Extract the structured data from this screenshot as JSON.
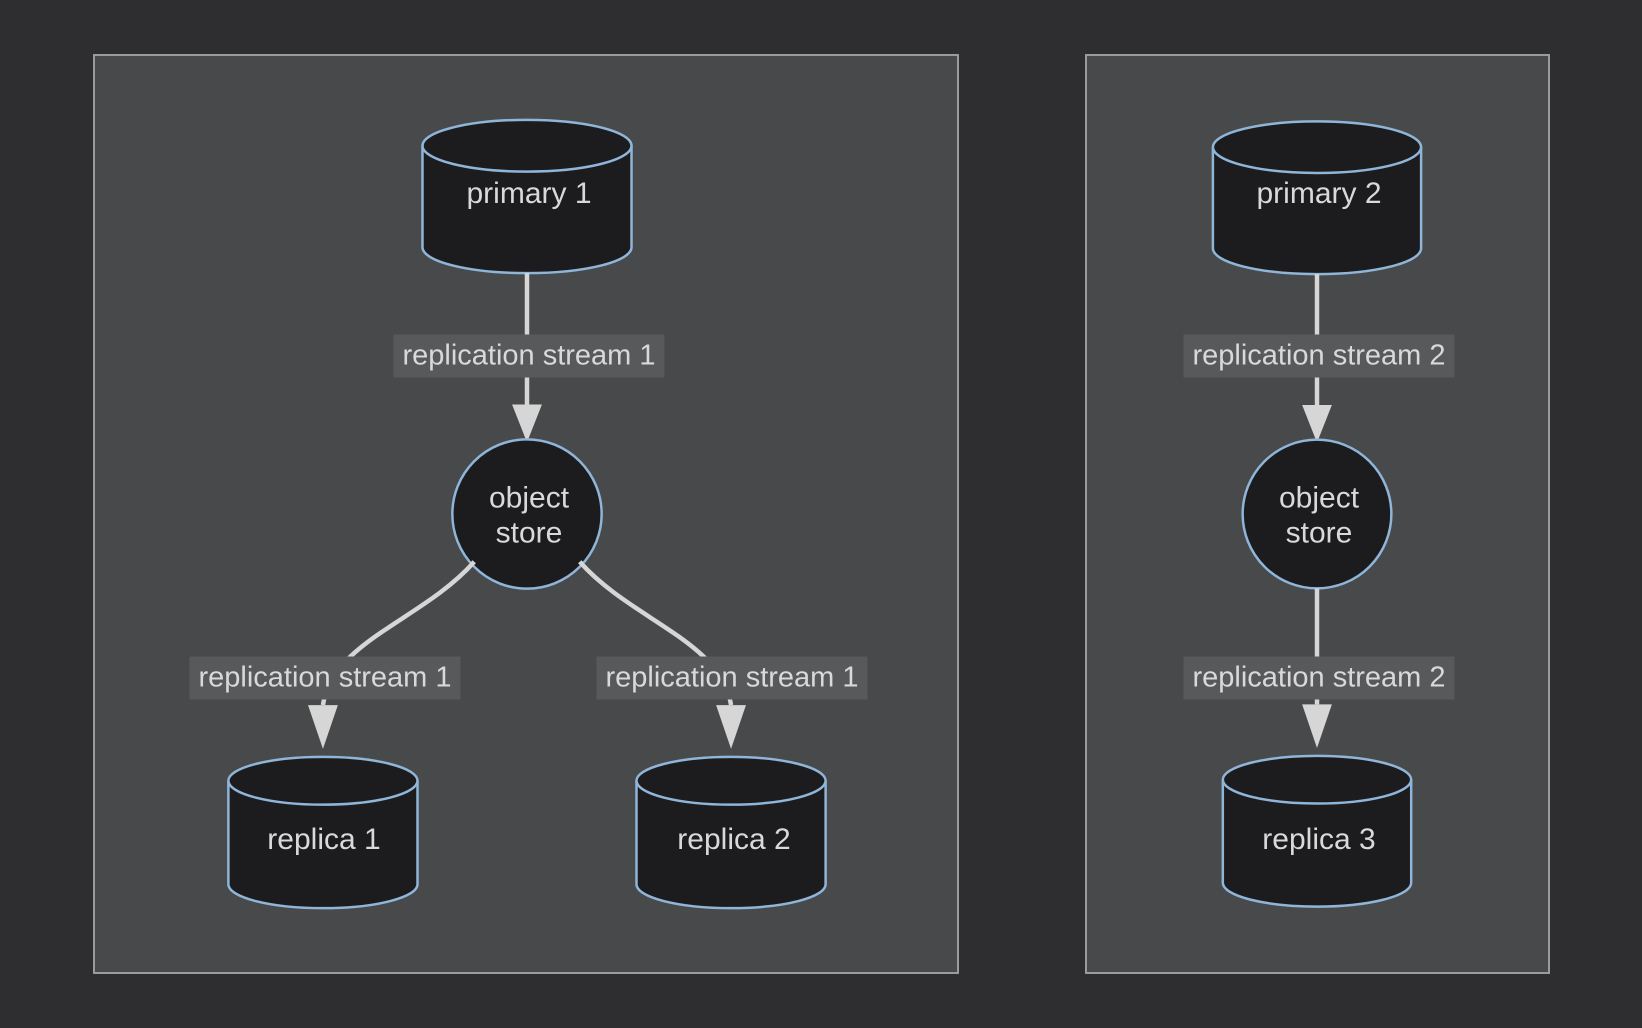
{
  "colors": {
    "background": "#2e2e30",
    "panel_background": "#48494a",
    "panel_border": "#9a9b9c",
    "node_fill": "#1c1c1e",
    "node_stroke": "#8fb5d9",
    "arrow": "#d6d6d6",
    "edge_label_background": "#58595a",
    "text": "#d9d9d9"
  },
  "panels": [
    {
      "primary_label": "primary 1",
      "edge_primary_to_store": "replication stream 1",
      "object_store_line1": "object",
      "object_store_line2": "store",
      "edge_store_to_replica1": "replication stream 1",
      "edge_store_to_replica2": "replication stream 1",
      "replica1_label": "replica 1",
      "replica2_label": "replica 2"
    },
    {
      "primary_label": "primary 2",
      "edge_primary_to_store": "replication stream 2",
      "object_store_line1": "object",
      "object_store_line2": "store",
      "edge_store_to_replica": "replication stream 2",
      "replica_label": "replica 3"
    }
  ]
}
